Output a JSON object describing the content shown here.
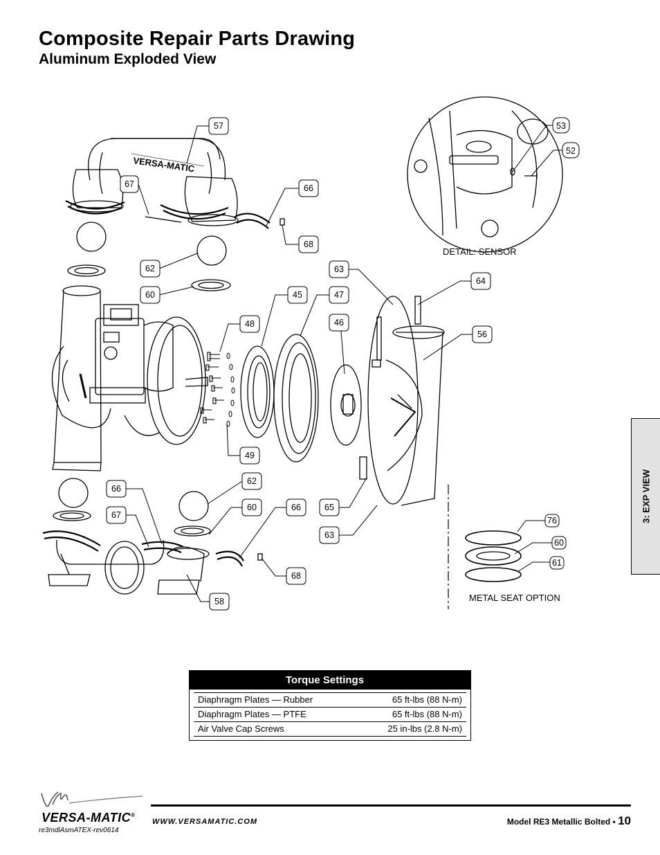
{
  "header": {
    "title": "Composite Repair Parts Drawing",
    "subtitle": "Aluminum Exploded View"
  },
  "side_tab": {
    "label": "3: EXP VIEW"
  },
  "drawing": {
    "detail_caption": "DETAIL: SENSOR",
    "metal_seat_caption": "METAL SEAT OPTION",
    "emblem_text": "VERSA-MATIC",
    "callouts": {
      "c57": "57",
      "c67a": "67",
      "c66a": "66",
      "c68a": "68",
      "c62a": "62",
      "c60a": "60",
      "c63a": "63",
      "c64": "64",
      "c45": "45",
      "c47": "47",
      "c48": "48",
      "c46": "46",
      "c56": "56",
      "c49": "49",
      "c53": "53",
      "c52": "52",
      "c66b": "66",
      "c62b": "62",
      "c67b": "67",
      "c60b": "60",
      "c66c": "66",
      "c65": "65",
      "c63b": "63",
      "c68b": "68",
      "c58": "58",
      "c76": "76",
      "c60c": "60",
      "c61": "61"
    }
  },
  "torque_table": {
    "heading": "Torque Settings",
    "rows": [
      {
        "item": "Diaphragm Plates — Rubber",
        "value": "65 ft-lbs (88 N-m)"
      },
      {
        "item": "Diaphragm Plates — PTFE",
        "value": "65 ft-lbs (88 N-m)"
      },
      {
        "item": "Air Valve Cap Screws",
        "value": "25 in-lbs (2.8 N-m)"
      }
    ]
  },
  "footer": {
    "brand": "VERSA-MATIC",
    "brand_mark": "®",
    "url": "WWW.VERSAMATIC.COM",
    "model": "Model RE3 Metallic Bolted •",
    "page_number": "10",
    "doc_code": "re3mdlAsmATEX-rev0614"
  }
}
